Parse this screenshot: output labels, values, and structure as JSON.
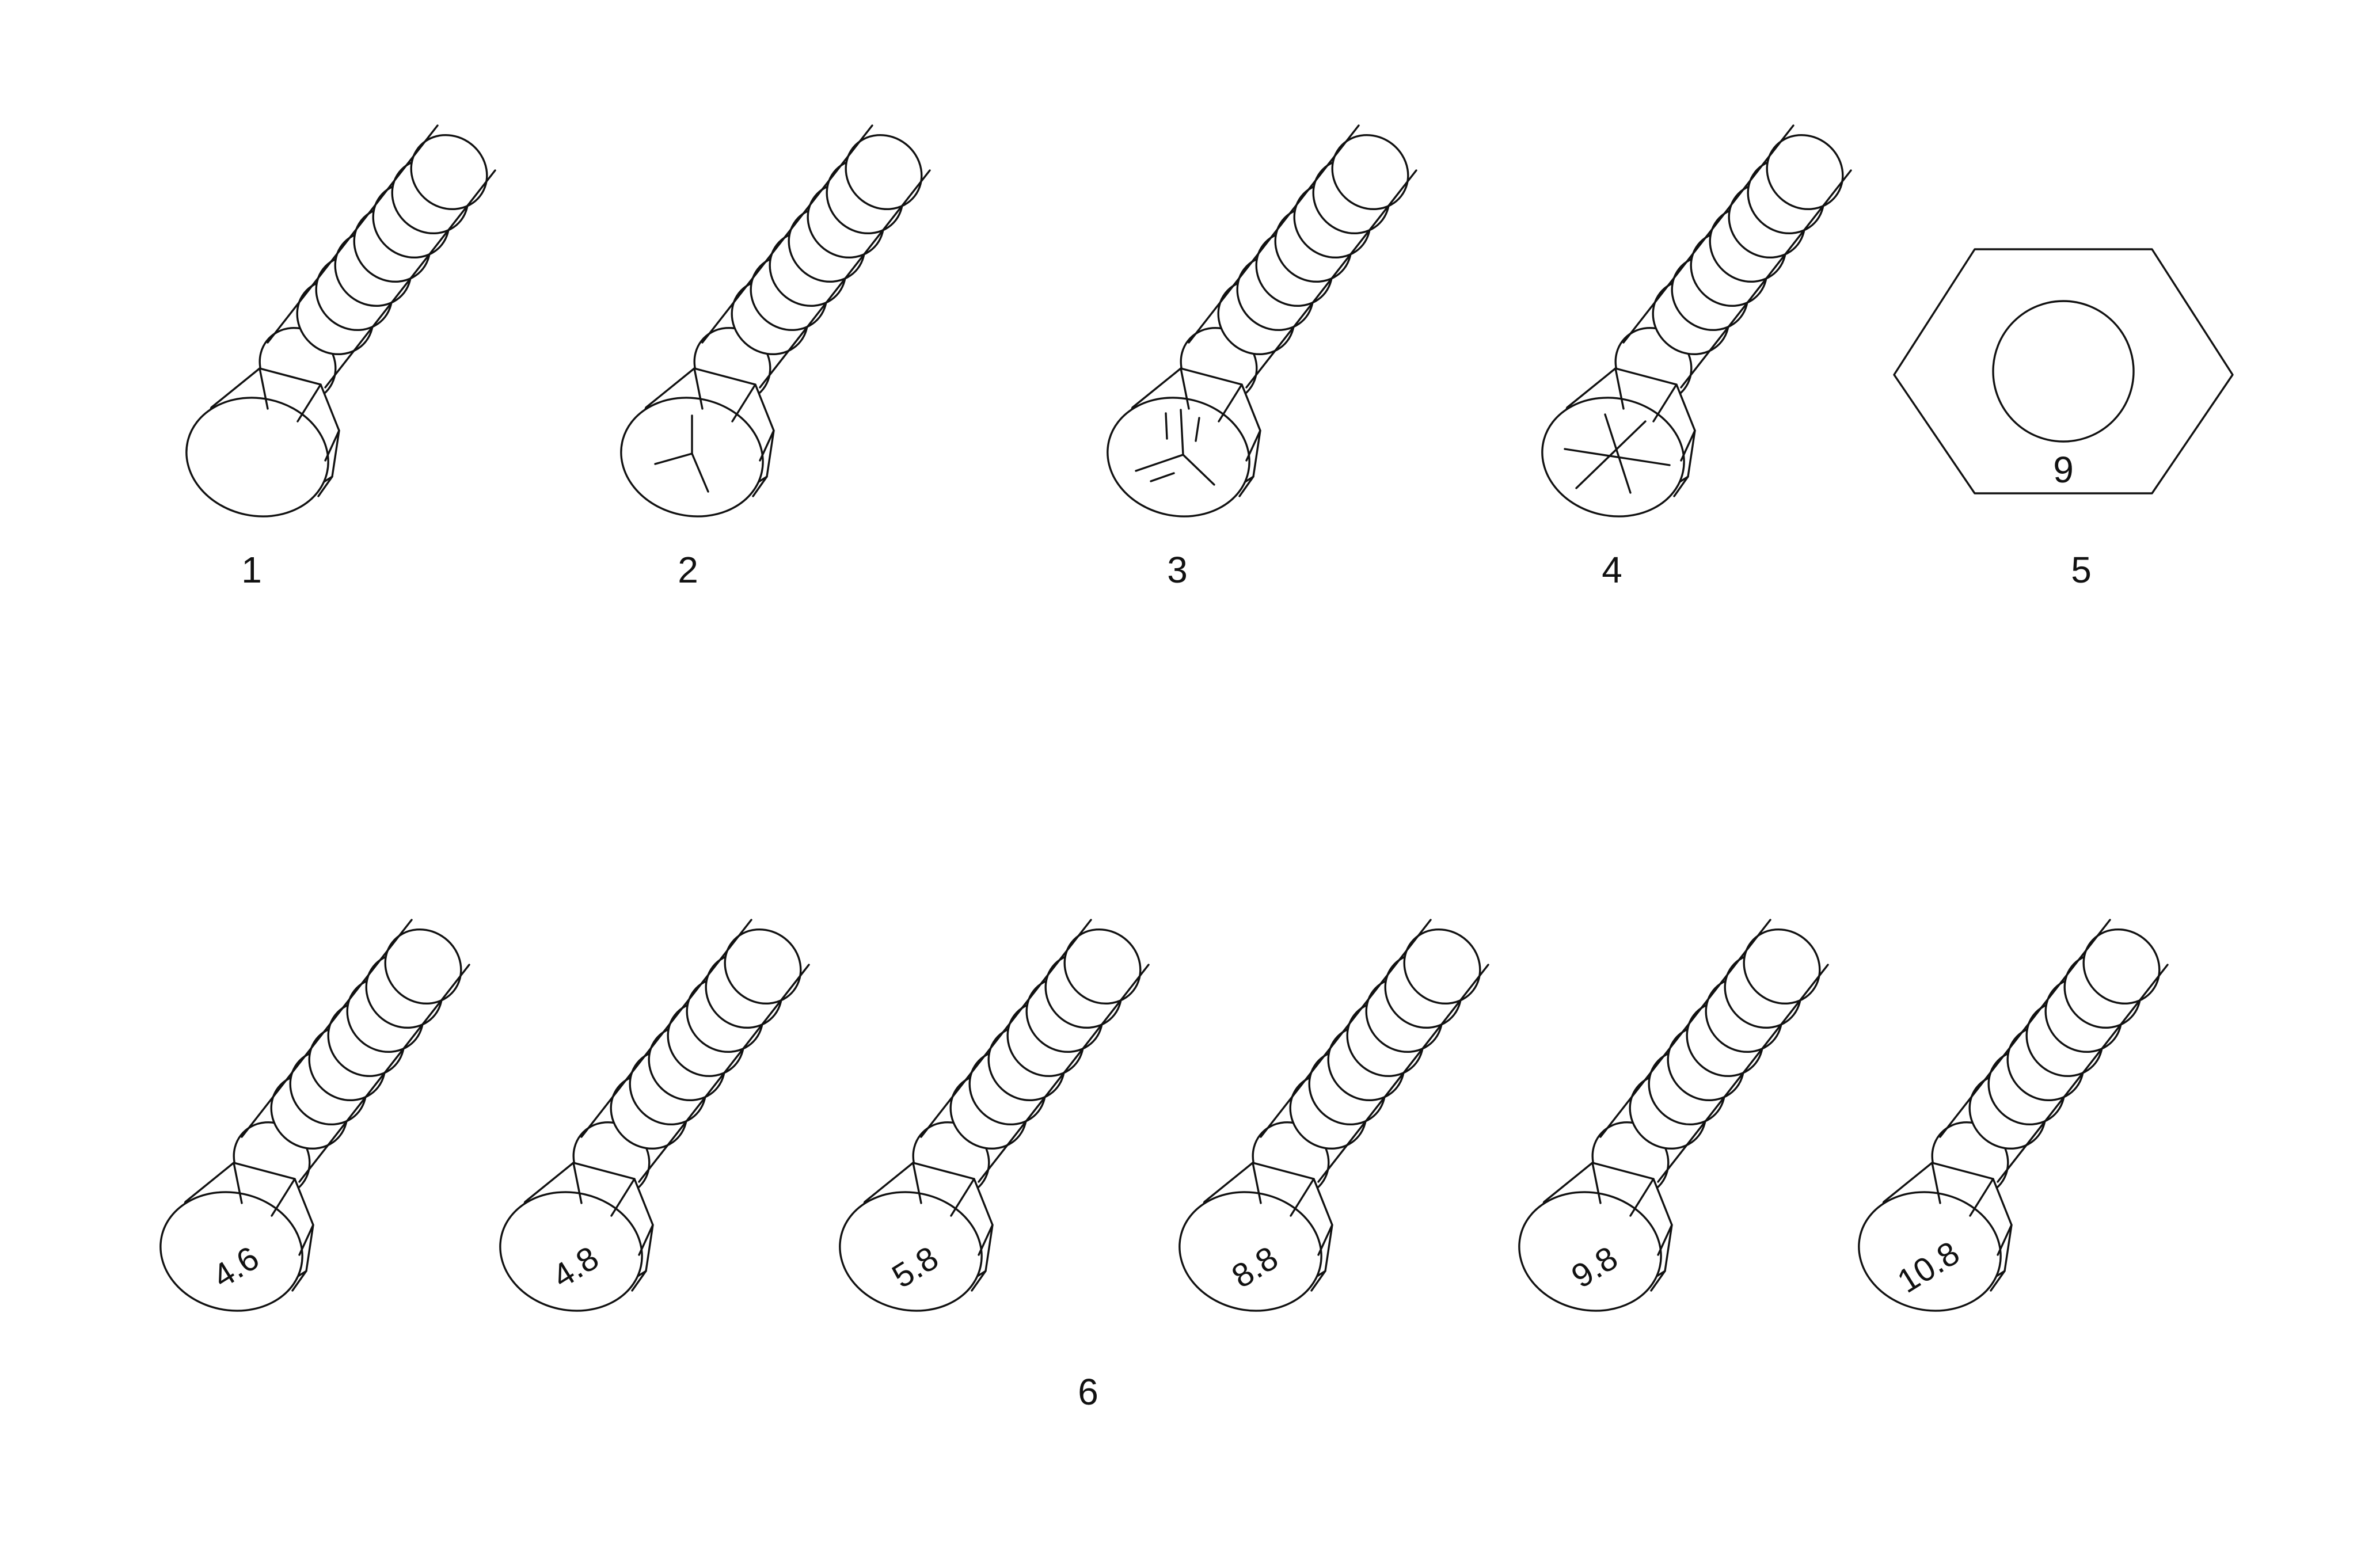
{
  "figure": {
    "line_color": "#111111",
    "background": "#ffffff",
    "items": [
      {
        "label": "1",
        "marking": "none"
      },
      {
        "label": "2",
        "marking": "three radial lines"
      },
      {
        "label": "3",
        "marking": "three radial lines with tick marks"
      },
      {
        "label": "4",
        "marking": "six radial lines"
      },
      {
        "label": "5",
        "marking_text": "9"
      },
      {
        "label": "6",
        "markings": [
          "4.6",
          "4.8",
          "5.8",
          "8.8",
          "9.8",
          "10.8"
        ]
      }
    ]
  }
}
